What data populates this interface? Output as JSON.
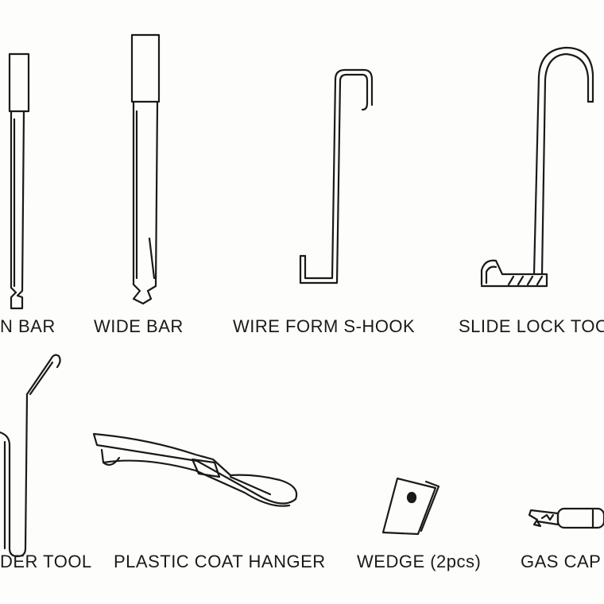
{
  "colors": {
    "ink": "#1a1a1a",
    "paper": "#fdfdfb"
  },
  "row1": {
    "tool1_label": "N BAR",
    "tool2_label": "WIDE BAR",
    "tool3_label": "WIRE FORM S-HOOK",
    "tool4_label": "SLIDE LOCK TOO"
  },
  "row2": {
    "tool5_label": "DER TOOL",
    "tool6_label": "PLASTIC COAT HANGER",
    "tool7_label": "WEDGE (2pcs)",
    "tool8_label": "GAS CAP"
  }
}
